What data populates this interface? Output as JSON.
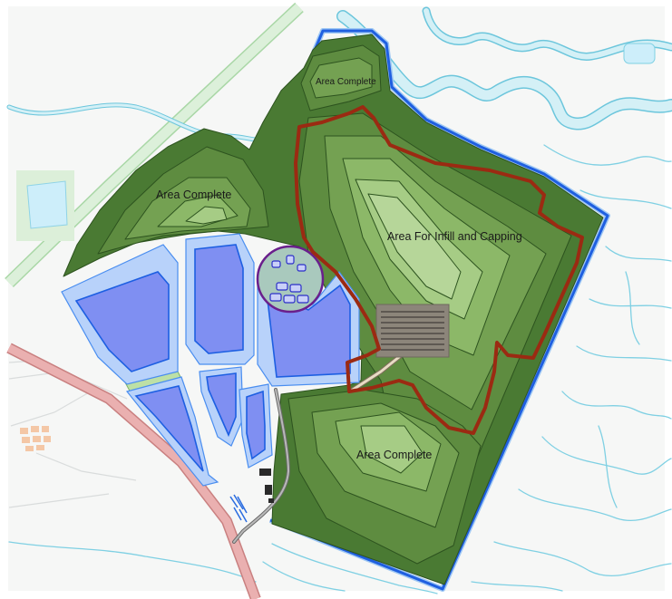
{
  "labels": {
    "top_area": "Area Complete",
    "left_area": "Area Complete",
    "infill_area": "Area For Infill and Capping",
    "bottom_area": "Area Complete"
  },
  "colors": {
    "landfill_green_1": "#4a7a33",
    "landfill_green_2": "#5e8c40",
    "landfill_green_3": "#74a152",
    "landfill_green_4": "#8cb868",
    "landfill_green_5": "#a6cc85",
    "lagoon_rim": "#b8d2fa",
    "lagoon_water": "#7f8ff2",
    "infill_boundary": "#9b2a12",
    "site_boundary": "#1f5fe0",
    "main_road": "#eab0b0",
    "treatment_circle": "#a9c9bd"
  }
}
